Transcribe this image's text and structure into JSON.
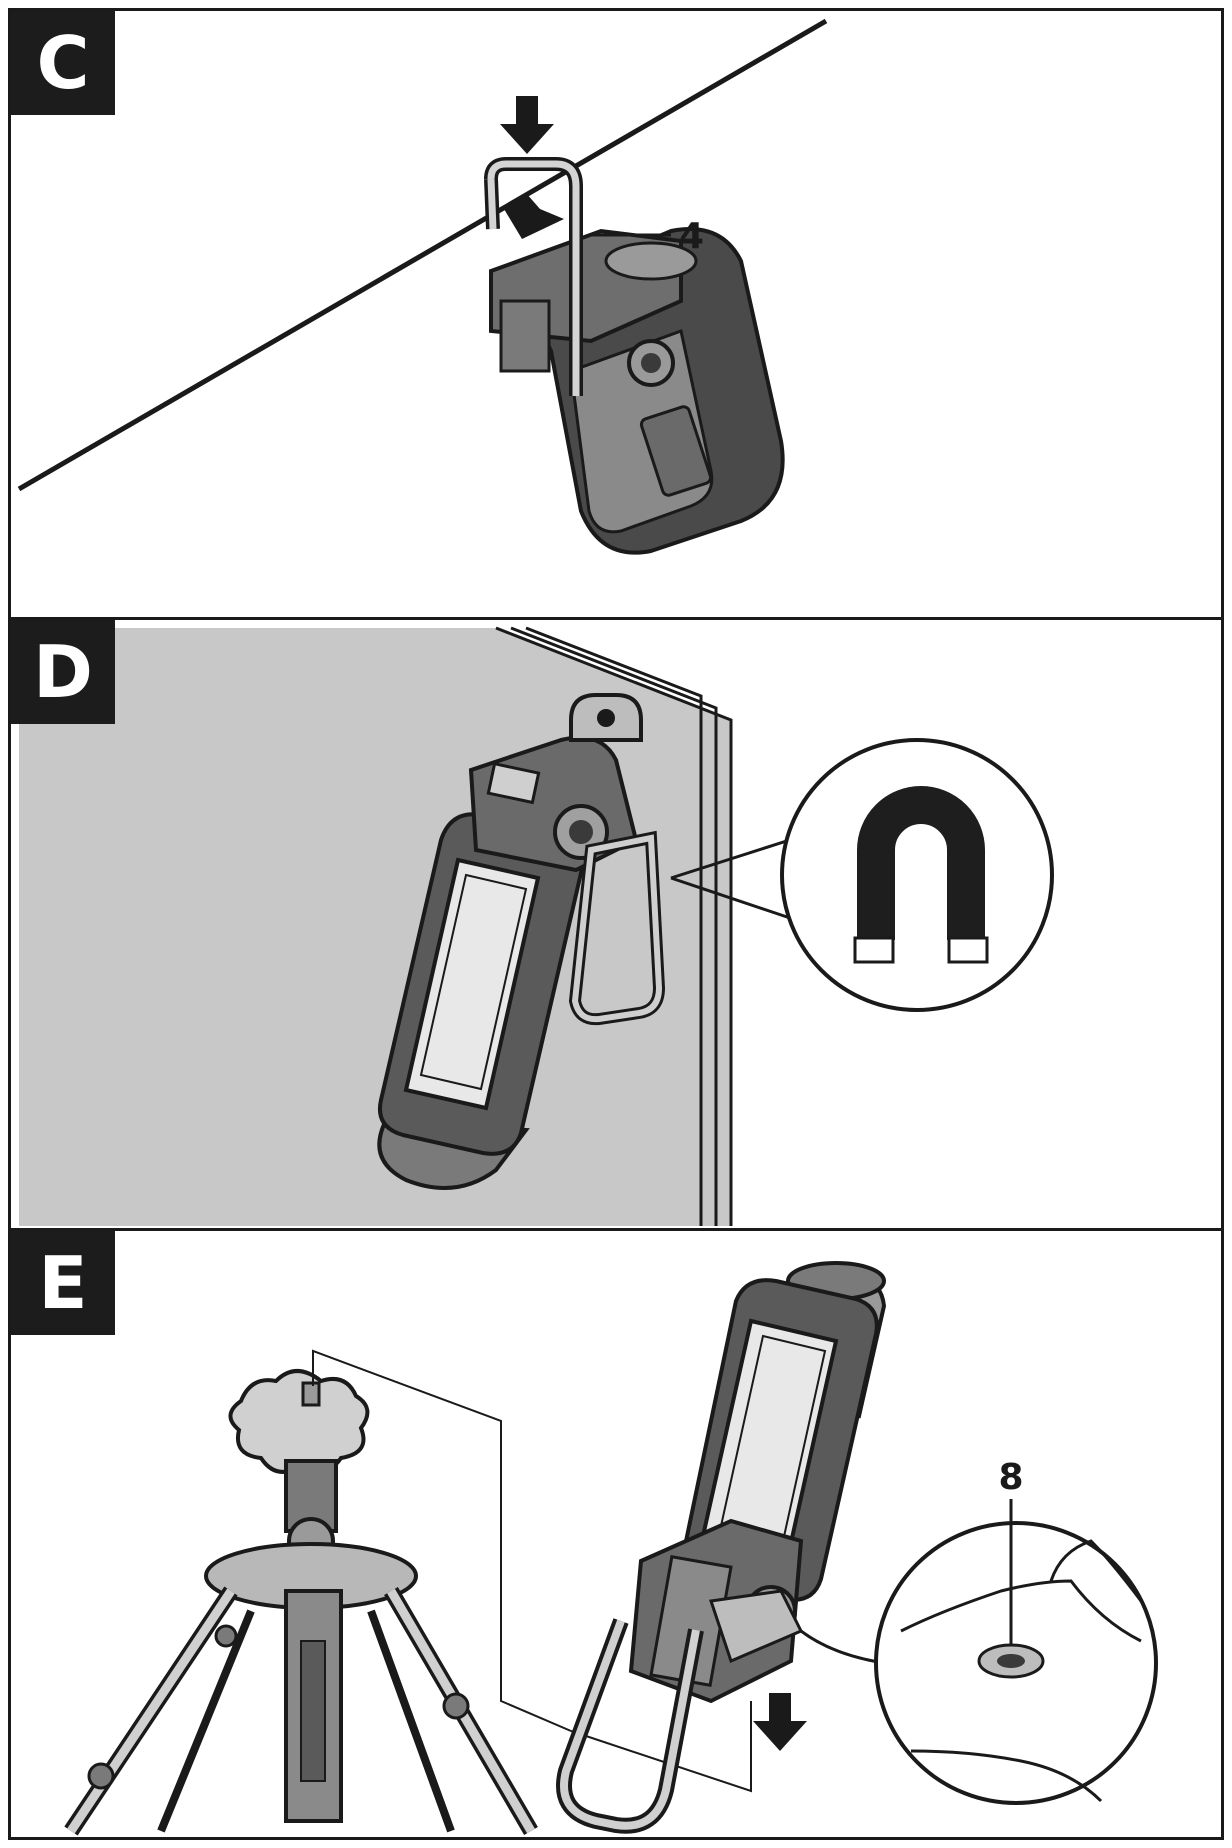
{
  "panels": [
    {
      "label": "C",
      "callouts": [
        {
          "text": "4"
        }
      ]
    },
    {
      "label": "D",
      "callouts": []
    },
    {
      "label": "E",
      "callouts": [
        {
          "text": "8"
        }
      ]
    }
  ],
  "colors": {
    "outline": "#1a1a1a",
    "label_bg": "#1c1c1c",
    "wall": "#c8c8c8",
    "body_dark": "#4a4a4a",
    "body_mid": "#8a8a8a",
    "magnet": "#1e1e1e"
  }
}
